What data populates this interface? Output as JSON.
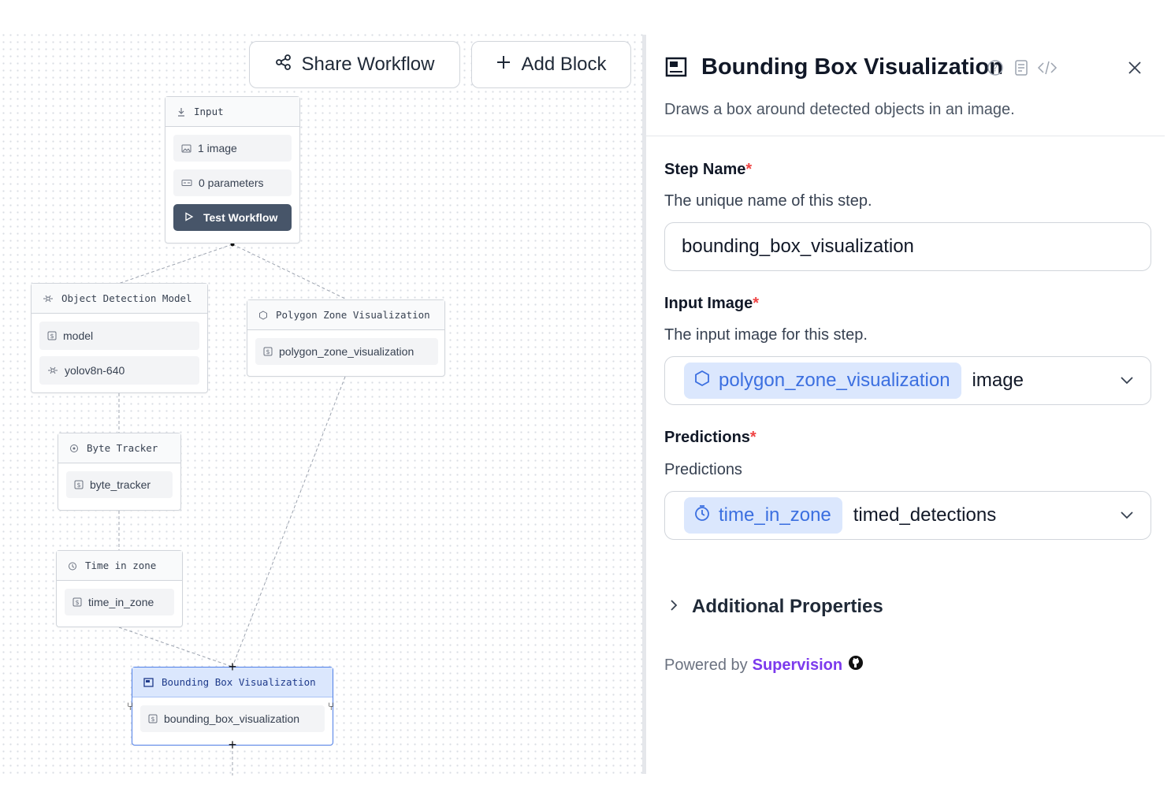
{
  "toolbar": {
    "share_label": "Share Workflow",
    "add_label": "Add Block"
  },
  "nodes": {
    "input": {
      "title": "Input",
      "items": [
        "1 image",
        "0 parameters"
      ],
      "test_label": "Test Workflow"
    },
    "object_detection": {
      "title": "Object Detection Model",
      "items": [
        "model",
        "yolov8n-640"
      ]
    },
    "polygon_zone": {
      "title": "Polygon Zone Visualization",
      "items": [
        "polygon_zone_visualization"
      ]
    },
    "byte_tracker": {
      "title": "Byte Tracker",
      "items": [
        "byte_tracker"
      ]
    },
    "time_in_zone": {
      "title": "Time in zone",
      "items": [
        "time_in_zone"
      ]
    },
    "bounding_box": {
      "title": "Bounding Box Visualization",
      "items": [
        "bounding_box_visualization"
      ]
    }
  },
  "panel": {
    "title": "Bounding Box Visualization",
    "subtitle": "Draws a box around detected objects in an image.",
    "step_name": {
      "label": "Step Name",
      "required_mark": "*",
      "description": "The unique name of this step.",
      "value": "bounding_box_visualization"
    },
    "input_image": {
      "label": "Input Image",
      "required_mark": "*",
      "description": "The input image for this step.",
      "ref_step": "polygon_zone_visualization",
      "ref_output": "image"
    },
    "predictions": {
      "label": "Predictions",
      "required_mark": "*",
      "description": "Predictions",
      "ref_step": "time_in_zone",
      "ref_output": "timed_detections"
    },
    "additional_properties": "Additional Properties",
    "powered_by": "Powered by",
    "powered_by_link": "Supervision"
  },
  "colors": {
    "accent_blue": "#3b6fe0",
    "pill_bg": "#dbe7fd",
    "required": "#ef4444",
    "link_purple": "#7c3aed",
    "test_button": "#475569"
  }
}
